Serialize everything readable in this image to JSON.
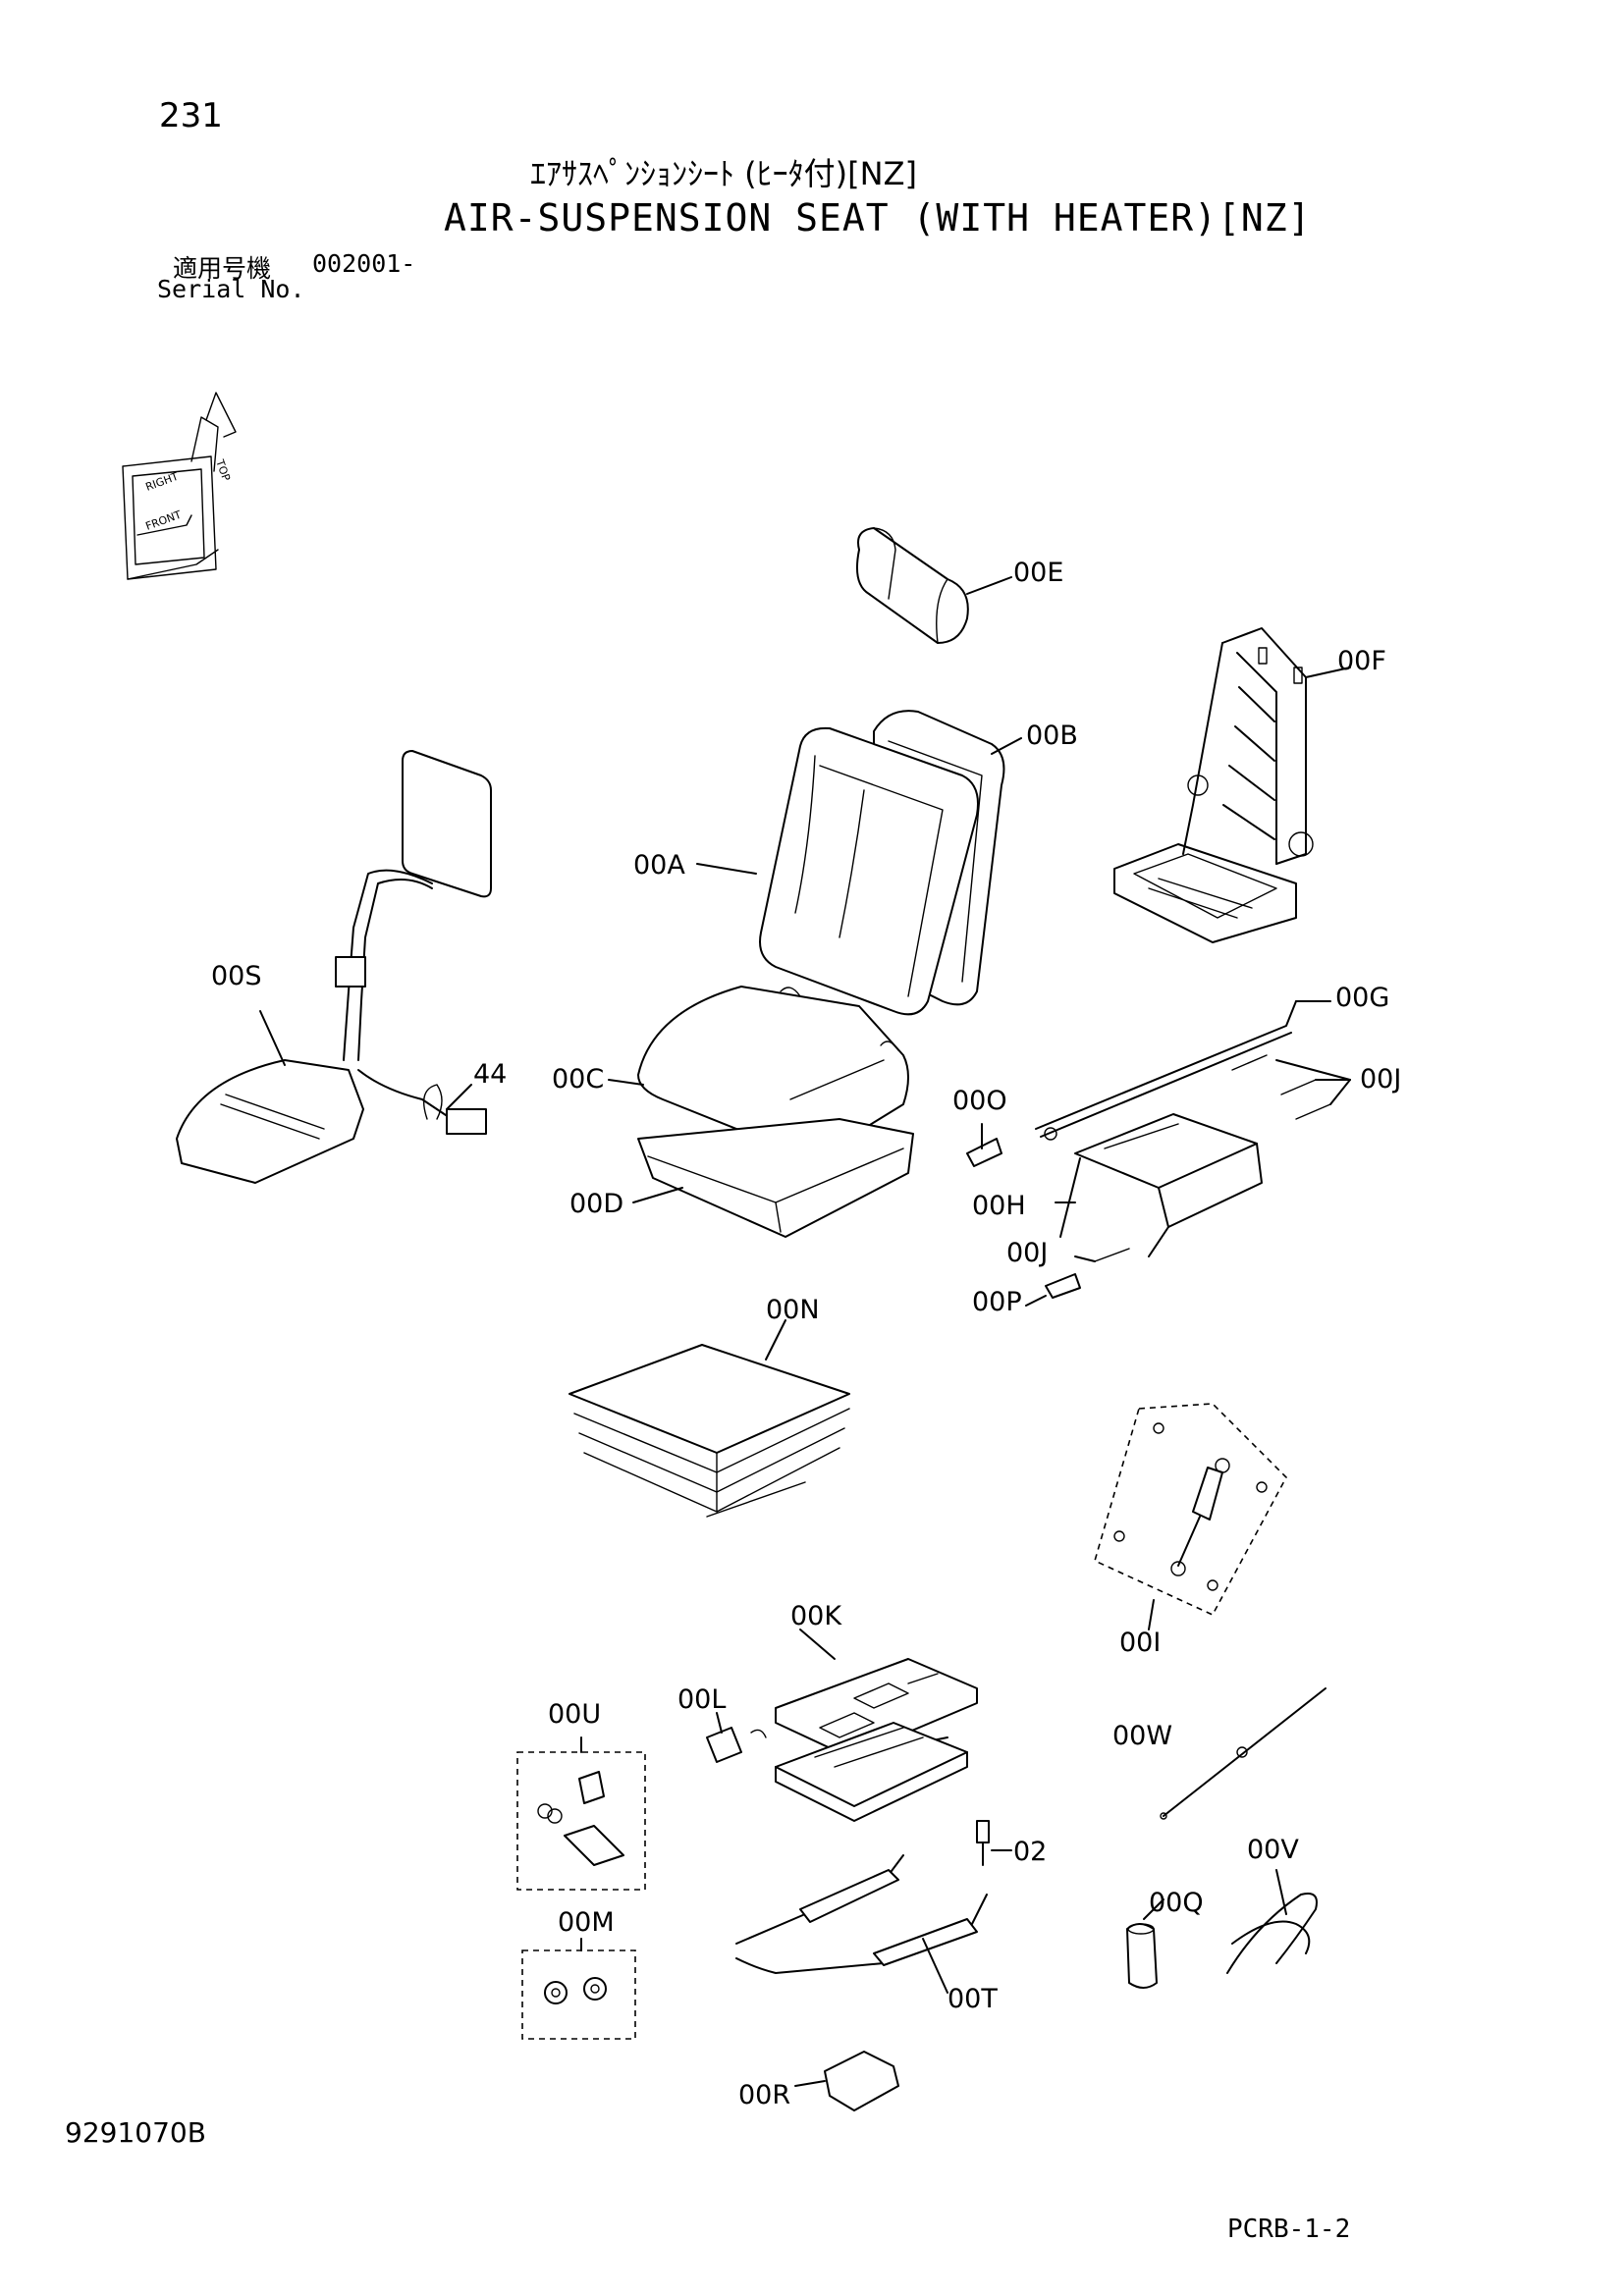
{
  "header": {
    "page_number": "231",
    "title_jp": "ｴｱｻｽﾍﾟﾝｼｮﾝｼｰﾄ (ﾋｰﾀ付)[NZ]",
    "title_en": "AIR-SUSPENSION SEAT (WITH HEATER)[NZ]",
    "serial_label_jp": "適用号機",
    "serial_value": "002001-",
    "serial_label_en": "Serial No."
  },
  "orientation_icon": {
    "labels": [
      "TOP",
      "RIGHT",
      "FRONT"
    ]
  },
  "callouts": [
    "00E",
    "00F",
    "00B",
    "00A",
    "00S",
    "44",
    "00C",
    "00G",
    "00J",
    "00O",
    "00D",
    "00H",
    "00J",
    "00P",
    "00N",
    "00I",
    "00K",
    "00U",
    "00L",
    "00W",
    "02",
    "00V",
    "00Q",
    "00M",
    "00T",
    "00R"
  ],
  "footer": {
    "drawing_number": "9291070B",
    "sheet_code": "PCRB-1-2"
  }
}
